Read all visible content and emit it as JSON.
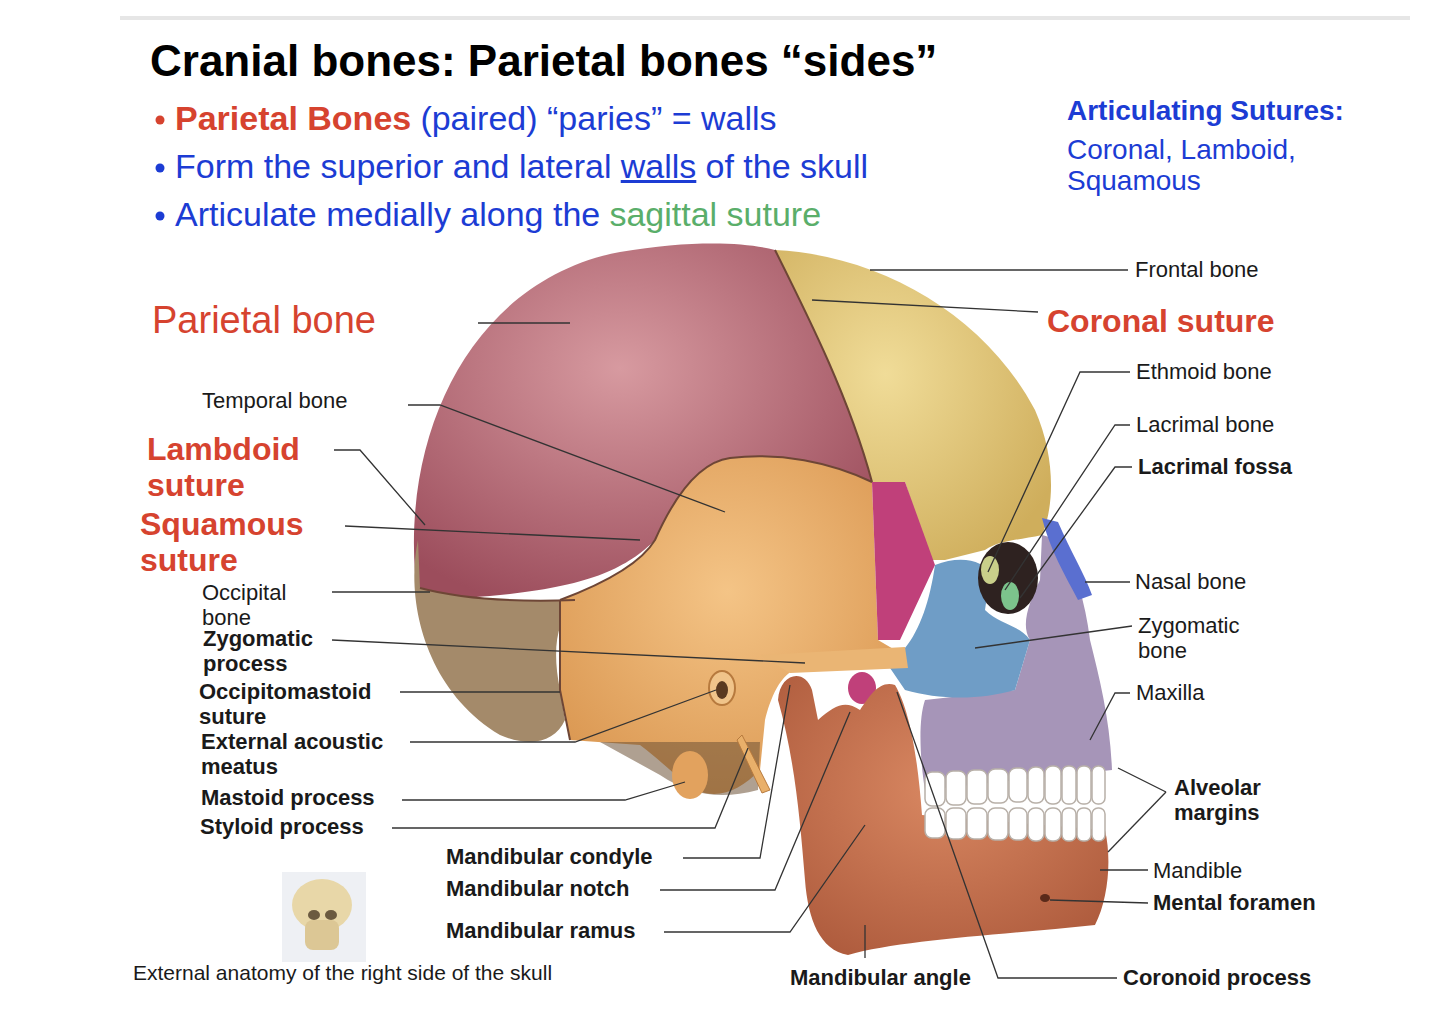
{
  "diagram": {
    "title": "Cranial bones: Parietal bones “sides”",
    "caption": "External anatomy of the right side of the skull",
    "labels": [
      "Parietal Bones",
      "(paired) “paries” = walls",
      "Form the superior and lateral",
      "walls",
      "of the skull",
      "Articulate medially along the",
      "sagittal suture",
      "Articulating Sutures:",
      "Coronal, Lamboid, Squamous",
      "Parietal bone",
      "Temporal bone",
      "Lambdoid suture",
      "Squamous suture",
      "Occipital bone",
      "Zygomatic process",
      "Occipitomastoid suture",
      "External acoustic meatus",
      "Mastoid process",
      "Styloid process",
      "Mandibular condyle",
      "Mandibular notch",
      "Mandibular ramus",
      "Mandibular angle",
      "Frontal bone",
      "Coronal suture",
      "Ethmoid bone",
      "Lacrimal bone",
      "Lacrimal fossa",
      "Nasal bone",
      "Zygomatic bone",
      "Maxilla",
      "Alveolar margins",
      "Mandible",
      "Mental foramen",
      "Coronoid process"
    ]
  }
}
